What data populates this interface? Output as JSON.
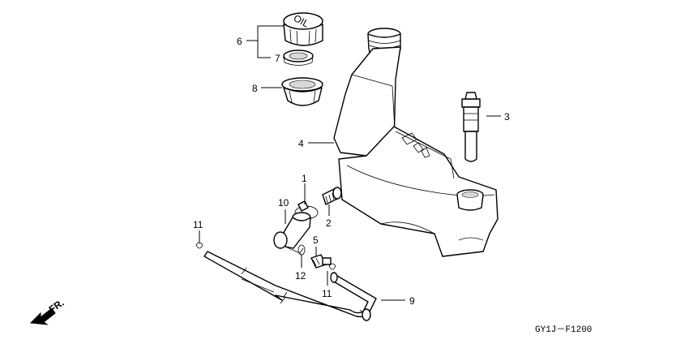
{
  "callouts": {
    "c1": "1",
    "c2": "2",
    "c3": "3",
    "c4": "4",
    "c5": "5",
    "c6": "6",
    "c7": "7",
    "c8": "8",
    "c9": "9",
    "c10": "10",
    "c11a": "11",
    "c11b": "11",
    "c12": "12"
  },
  "cap_text": "OIL",
  "direction_label": "FR.",
  "diagram_code": "GY1J－F1200"
}
